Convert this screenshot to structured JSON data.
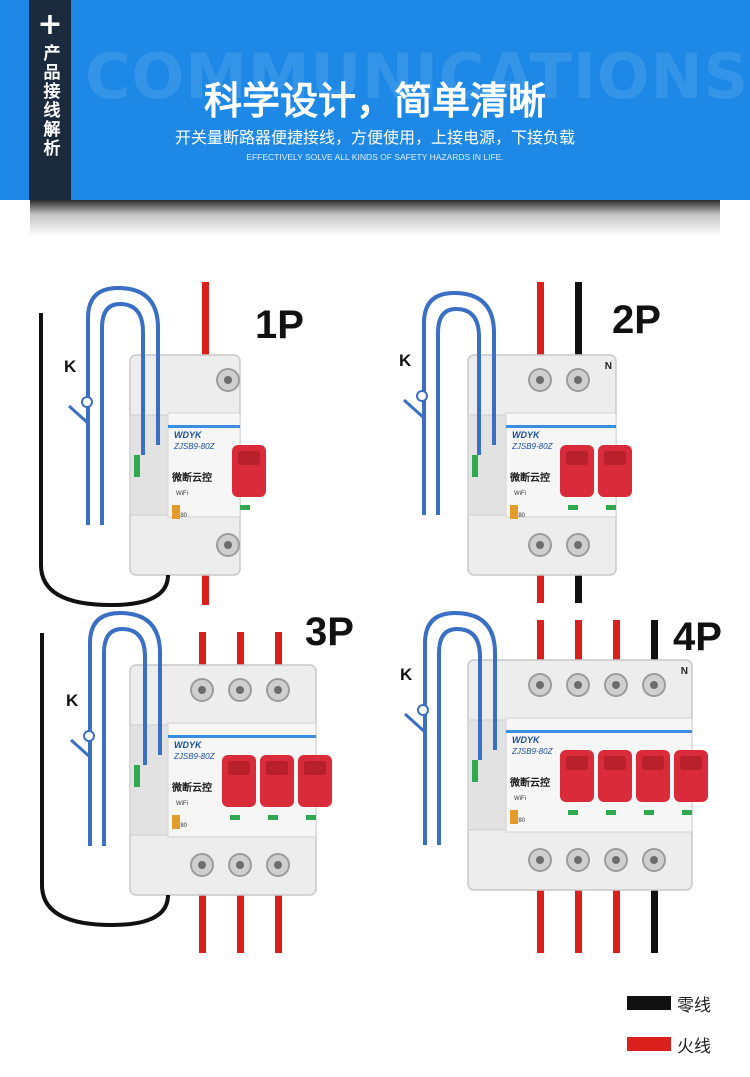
{
  "header": {
    "side_plus": "+",
    "side_label": "产品接线解析",
    "watermark": "COMMUNICATIONS",
    "title": "科学设计，简单清晰",
    "subtitle": "开关量断路器便捷接线，方便使用，上接电源，下接负载",
    "english": "EFFECTIVELY SOLVE ALL KINDS OF SAFETY HAZARDS IN LIFE."
  },
  "device": {
    "brand": "WDYK",
    "model": "ZJSB9-80Z",
    "front_label": "微断云控",
    "wifi_label": "WiFi",
    "rating": "C80",
    "n_label": "N",
    "switch_label": "K"
  },
  "diagrams": [
    {
      "label": "1P",
      "poles": 1
    },
    {
      "label": "2P",
      "poles": 2
    },
    {
      "label": "3P",
      "poles": 3
    },
    {
      "label": "4P",
      "poles": 4
    }
  ],
  "legend": [
    {
      "label": "零线",
      "color": "#111111"
    },
    {
      "label": "火线",
      "color": "#d9201d"
    }
  ],
  "colors": {
    "banner": "#1e88e6",
    "side_tab": "#1c2a3d",
    "live_wire": "#d9201d",
    "neutral_wire": "#111111",
    "control_wire": "#3a6fc4",
    "handle": "#d92b3a"
  }
}
